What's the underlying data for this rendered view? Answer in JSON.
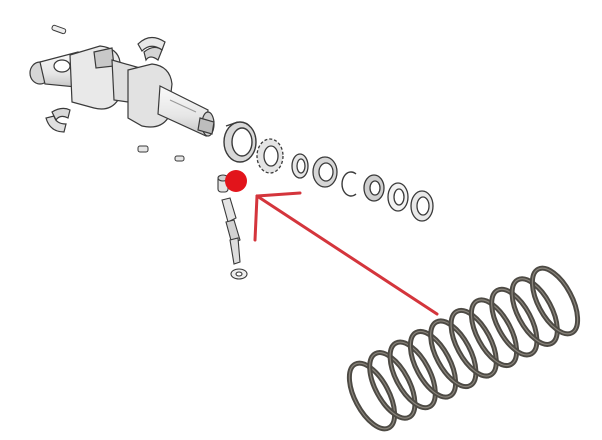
{
  "diagram": {
    "kind": "exploded-parts-view",
    "background": "#ffffff",
    "line_color": "#3a3a3a",
    "part_fill": "#f2f2f2",
    "part_shade": "#c9c9c9",
    "highlight_color": "#e2141b",
    "arrow_color": "#d4353c",
    "spring_color": "#4d4a44",
    "parts": [
      {
        "id": "crankshaft",
        "icon": "crankshaft-icon"
      },
      {
        "id": "main-bearing-shell-top",
        "icon": "bearing-shell-icon"
      },
      {
        "id": "main-bearing-shell-bottom",
        "icon": "bearing-shell-icon"
      },
      {
        "id": "woodruff-keys",
        "icon": "key-icon"
      },
      {
        "id": "bearing-ring",
        "icon": "bearing-ring-icon"
      },
      {
        "id": "gear",
        "icon": "gear-icon"
      },
      {
        "id": "spacers-and-seals",
        "icon": "ring-icon"
      },
      {
        "id": "circlip",
        "icon": "circlip-icon"
      },
      {
        "id": "oil-pump-shaft-assembly",
        "icon": "shaft-icon"
      },
      {
        "id": "highlighted-spring-position",
        "icon": "red-dot-marker-icon"
      },
      {
        "id": "spring-callout-arrow",
        "icon": "arrow-icon"
      },
      {
        "id": "coil-spring",
        "icon": "coil-spring-icon"
      }
    ]
  }
}
